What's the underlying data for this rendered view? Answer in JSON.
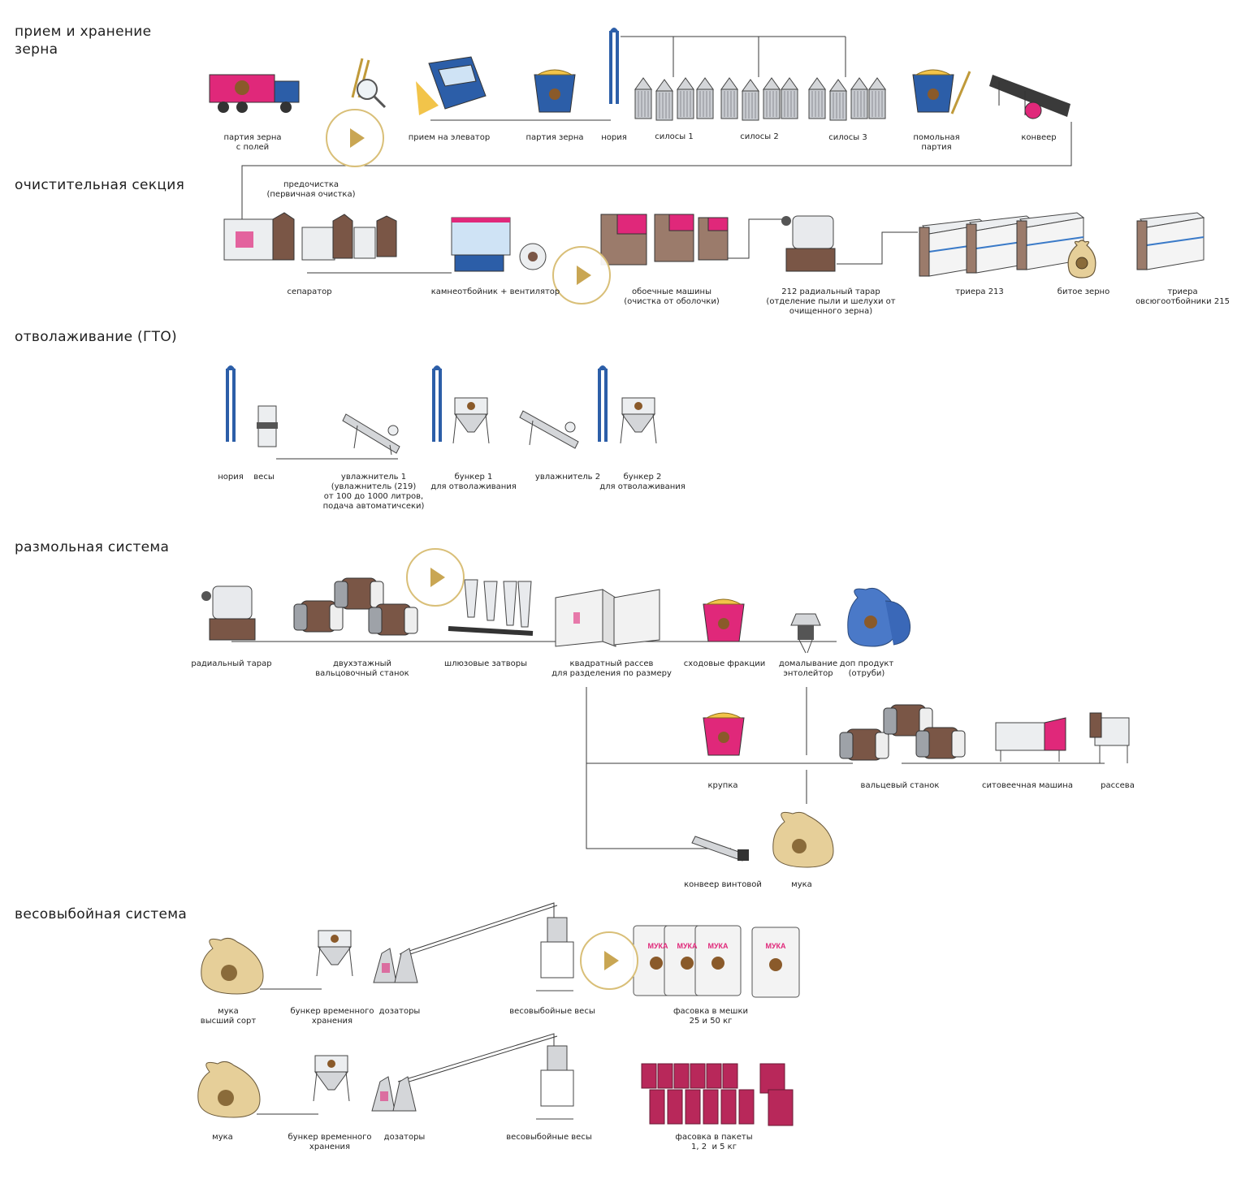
{
  "colors": {
    "line": "#3a3a3a",
    "magenta": "#e0287a",
    "blue": "#2c5ea8",
    "gold": "#d9bf78",
    "brown": "#7a5646",
    "steel": "#c9ccd1"
  },
  "sections": {
    "receiving": "прием и хранение\nзерна",
    "cleaning": "очистительная секция",
    "tempering": "отволаживание (ГТО)",
    "milling": "размольная система",
    "packing": "весовыбойная система"
  },
  "labels": {
    "truck": "партия зерна\nс полей",
    "elevator_intake": "прием на элеватор",
    "batch": "партия зерна",
    "noria_1": "нория",
    "silos_1": "силосы 1",
    "silos_2": "силосы 2",
    "silos_3": "силосы 3",
    "grinding_batch": "помольная\nпартия",
    "conveyor": "конвеер",
    "precleaning": "предочистка\n(первичная очистка)",
    "separator": "сепаратор",
    "destoner": "камнеотбойник + вентилятор",
    "scourer": "обоечные машины\n(очистка от оболочки)",
    "aspirator": "212 радиальный тарар\n(отделение пыли и шелухи от\nочищенного зерна)",
    "trier_213": "триера 213",
    "broken_grain": "битое зерно",
    "trier_215": "триера\nовсюгоотбойники 215",
    "noria_2": "нория",
    "scales": "весы",
    "moistener_1": "увлажнитель 1\n(увлажнитель (219)\nот 100 до 1000 литров,\nподача автоматичсеки)",
    "bunker_1": "бункер 1\nдля отволаживания",
    "moistener_2": "увлажнитель 2",
    "bunker_2": "бункер 2\nдля отволаживания",
    "radial_aspirator": "радиальный тарар",
    "double_mill": "двухэтажный\nвальцовочный станок",
    "airlocks": "шлюзовые затворы",
    "plansifter": "квадратный рассев\nдля разделения по размеру",
    "tailings": "сходовые фракции",
    "entoleter": "домалывание\nэнтолейтор",
    "byproduct": "доп продукт\n(отруби)",
    "groats": "крупка",
    "roller_mill": "вальцевый станок",
    "purifier": "ситовеечная машина",
    "sifters": "рассева",
    "screw_conveyor": "конвеер винтовой",
    "flour": "мука",
    "flour_premium": "мука\nвысший сорт",
    "temp_bunker_1": "бункер временного\nхранения",
    "dosers_1": "дозаторы",
    "packing_scales_1": "весовыбойные весы",
    "bags": "фасовка в мешки\n25 и 50 кг",
    "flour_2": "мука",
    "temp_bunker_2": "бункер временного\nхранения",
    "dosers_2": "дозаторы",
    "packing_scales_2": "весовыбойные весы",
    "packets": "фасовка в пакеты\n1, 2  и 5 кг"
  },
  "packaging": {
    "bag_brand": "МУКА"
  },
  "icons": [
    "truck-icon",
    "magnifier-wheat-icon",
    "dump-truck-icon",
    "grain-bin-icon",
    "noria-icon",
    "silo-icon",
    "conveyor-icon",
    "separator-icon",
    "destoner-icon",
    "fan-icon",
    "scourer-icon",
    "aspirator-icon",
    "trier-icon",
    "sack-icon",
    "scale-icon",
    "moistener-icon",
    "bunker-icon",
    "roller-mill-icon",
    "airlock-icon",
    "plansifter-icon",
    "entoleter-icon",
    "purifier-icon",
    "screw-conveyor-icon",
    "doser-icon",
    "packing-scale-icon",
    "flour-bag-icon",
    "flour-packet-icon",
    "play-icon"
  ]
}
